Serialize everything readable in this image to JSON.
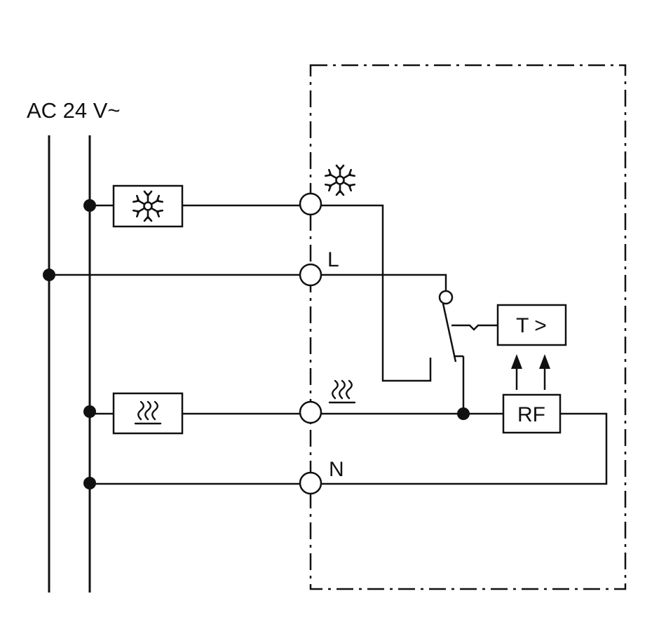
{
  "supply": {
    "label": "AC 24 V~"
  },
  "terminals": {
    "cooling_icon": "snowflake-icon",
    "live_label": "L",
    "heating_icon": "heating-icon",
    "neutral_label": "N"
  },
  "loads": {
    "cooling_icon": "snowflake-icon",
    "heating_icon": "heating-icon"
  },
  "internal": {
    "thermostat_label": "T >",
    "rf_label": "RF"
  },
  "colors": {
    "line": "#111111",
    "background": "#ffffff"
  }
}
